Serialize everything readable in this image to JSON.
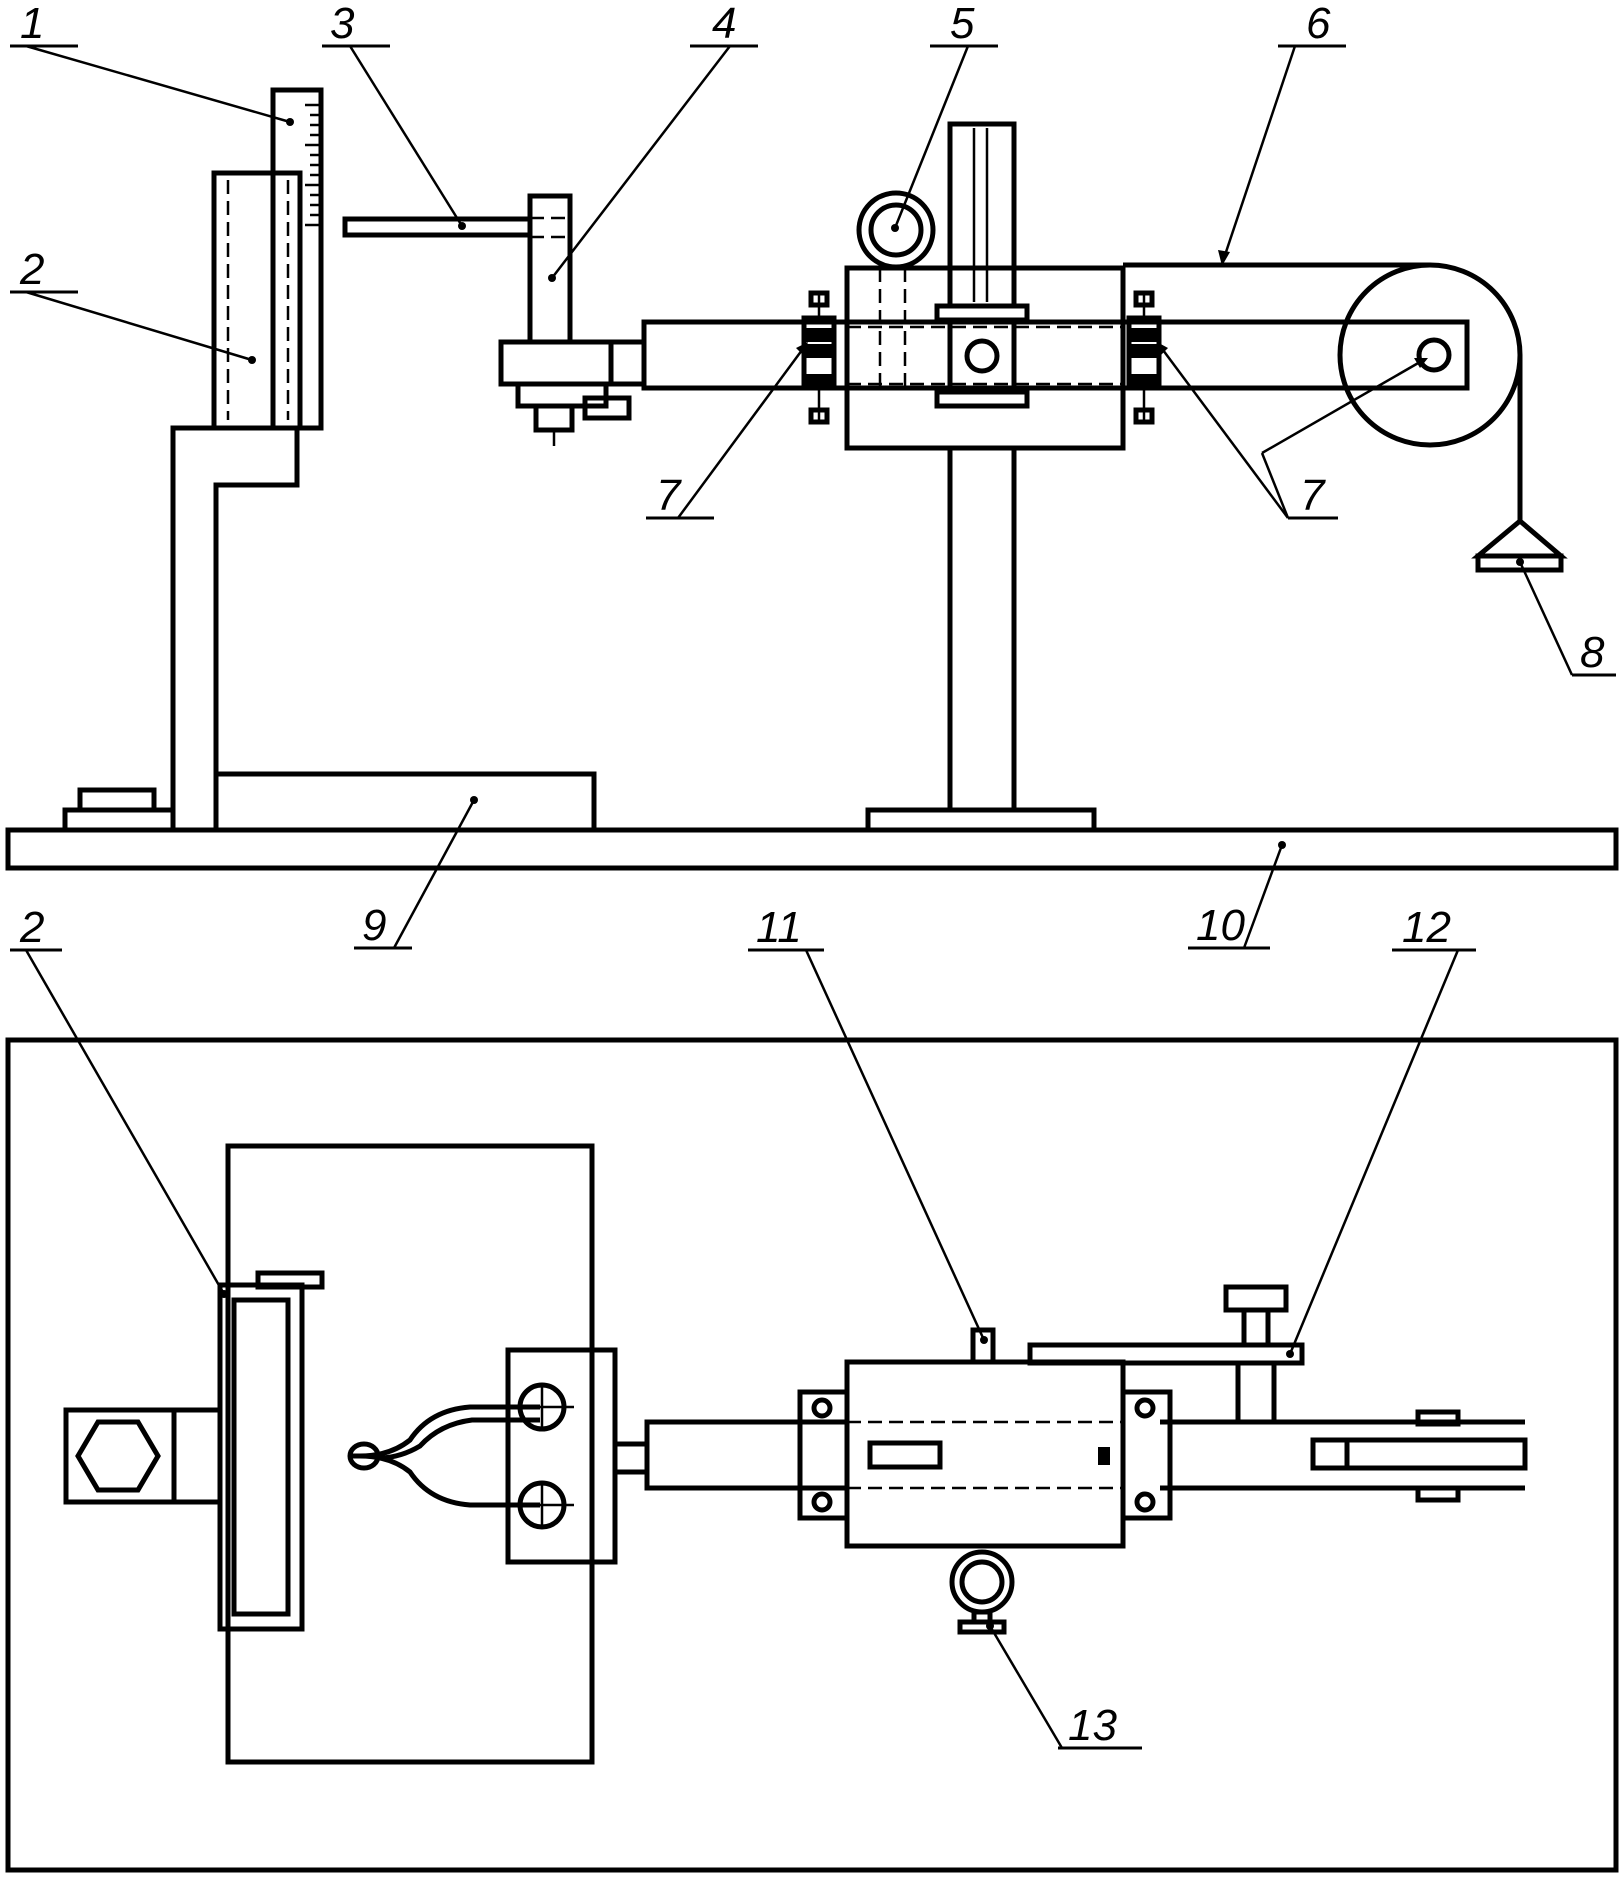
{
  "labels": {
    "l1": "1",
    "l2": "2",
    "l3": "3",
    "l4": "4",
    "l5": "5",
    "l6": "6",
    "l7a": "7",
    "l7b": "7",
    "l8": "8",
    "l9": "9",
    "l10": "10",
    "l2b": "2",
    "l11": "11",
    "l12": "12",
    "l13": "13"
  }
}
